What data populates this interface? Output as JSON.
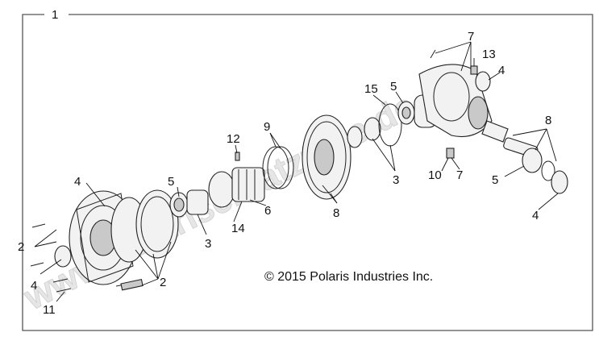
{
  "diagram": {
    "group_label": "1",
    "copyright": "© 2015 Polaris Industries Inc.",
    "watermark": "www.polarisersatzteile.de",
    "callouts": [
      "2",
      "4",
      "4",
      "2",
      "11",
      "5",
      "3",
      "12",
      "6",
      "14",
      "9",
      "8",
      "15",
      "5",
      "3",
      "10",
      "7",
      "13",
      "4",
      "7",
      "8",
      "5",
      "4"
    ]
  }
}
